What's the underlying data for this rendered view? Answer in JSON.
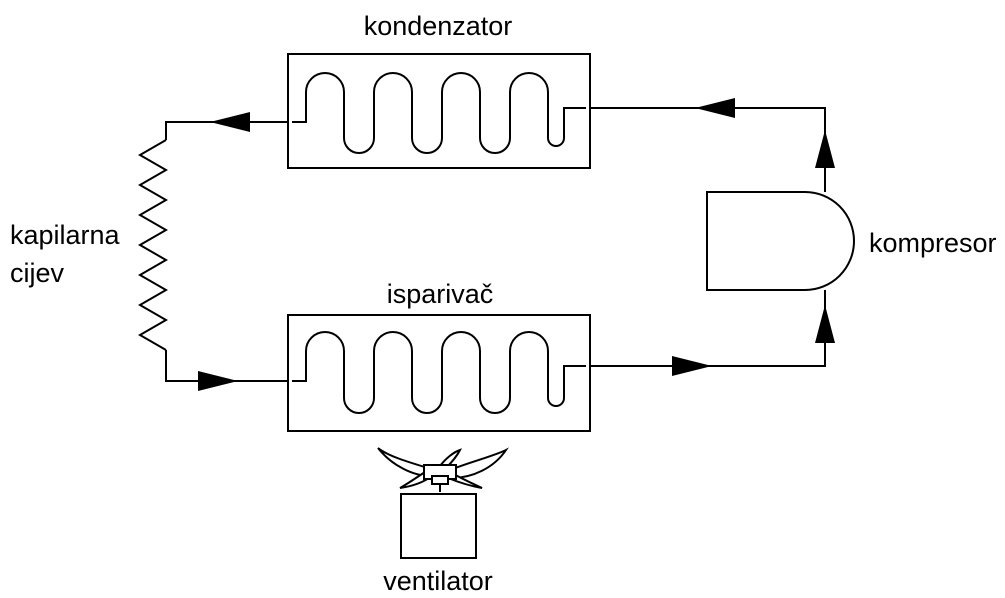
{
  "labels": {
    "condenser": "kondenzator",
    "evaporator": "isparivač",
    "capillary_line1": "kapilarna",
    "capillary_line2": "cijev",
    "compressor": "kompresor",
    "fan": "ventilator"
  }
}
